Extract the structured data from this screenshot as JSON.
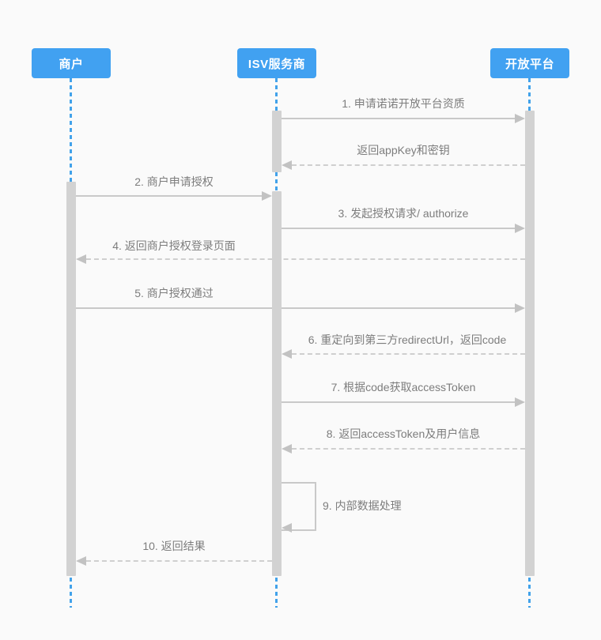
{
  "diagram": {
    "actors": [
      {
        "label": "商户"
      },
      {
        "label": "ISV服务商"
      },
      {
        "label": "开放平台"
      }
    ],
    "messages": [
      {
        "label": "1. 申请诺诺开放平台资质",
        "from": "ISV服务商",
        "to": "开放平台",
        "line": "solid"
      },
      {
        "label": "返回appKey和密钥",
        "from": "开放平台",
        "to": "ISV服务商",
        "line": "dashed"
      },
      {
        "label": "2. 商户申请授权",
        "from": "商户",
        "to": "ISV服务商",
        "line": "solid"
      },
      {
        "label": "3. 发起授权请求/ authorize",
        "from": "ISV服务商",
        "to": "开放平台",
        "line": "solid"
      },
      {
        "label": "4. 返回商户授权登录页面",
        "from": "开放平台",
        "to": "商户",
        "line": "dashed"
      },
      {
        "label": "5. 商户授权通过",
        "from": "商户",
        "to": "开放平台",
        "line": "solid"
      },
      {
        "label": "6. 重定向到第三方redirectUrl，返回code",
        "from": "开放平台",
        "to": "ISV服务商",
        "line": "dashed"
      },
      {
        "label": "7. 根据code获取accessToken",
        "from": "ISV服务商",
        "to": "开放平台",
        "line": "solid"
      },
      {
        "label": "8. 返回accessToken及用户信息",
        "from": "开放平台",
        "to": "ISV服务商",
        "line": "dashed"
      },
      {
        "label": "9. 内部数据处理",
        "from": "ISV服务商",
        "to": "ISV服务商",
        "line": "self-loop"
      },
      {
        "label": "10. 返回结果",
        "from": "ISV服务商",
        "to": "商户",
        "line": "dashed"
      }
    ],
    "colors": {
      "actor_fill": "#41a1f1",
      "actor_text": "#ffffff",
      "lifeline": "#42a2ea",
      "activation_bar": "#d2d2d2",
      "arrow": "#c9c9c9",
      "label_text": "#7d7d7d",
      "background": "#fafafa"
    }
  }
}
